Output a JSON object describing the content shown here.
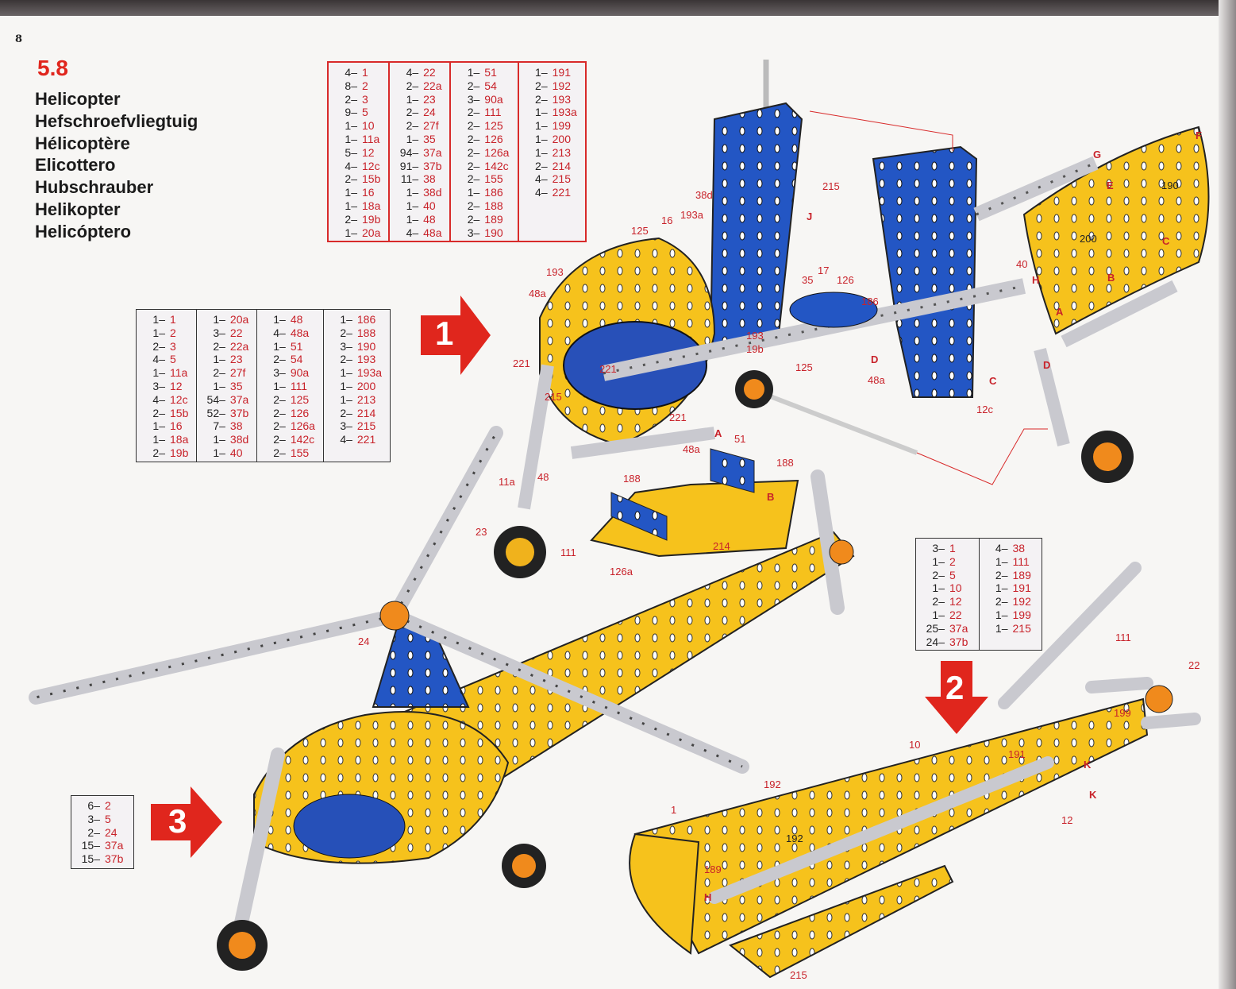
{
  "page_number": "8",
  "section": "5.8",
  "names": [
    "Helicopter",
    "Hefschroefvliegtuig",
    "Hélicoptère",
    "Elicottero",
    "Hubschrauber",
    "Helikopter",
    "Helicóptero"
  ],
  "tables": {
    "total": [
      [
        {
          "q": "4–",
          "p": "1"
        },
        {
          "q": "8–",
          "p": "2"
        },
        {
          "q": "2–",
          "p": "3"
        },
        {
          "q": "9–",
          "p": "5"
        },
        {
          "q": "1–",
          "p": "10"
        },
        {
          "q": "1–",
          "p": "11a"
        },
        {
          "q": "5–",
          "p": "12"
        },
        {
          "q": "4–",
          "p": "12c"
        },
        {
          "q": "2–",
          "p": "15b"
        },
        {
          "q": "1–",
          "p": "16"
        },
        {
          "q": "1–",
          "p": "18a"
        },
        {
          "q": "2–",
          "p": "19b"
        },
        {
          "q": "1–",
          "p": "20a"
        }
      ],
      [
        {
          "q": "4–",
          "p": "22"
        },
        {
          "q": "2–",
          "p": "22a"
        },
        {
          "q": "1–",
          "p": "23"
        },
        {
          "q": "2–",
          "p": "24"
        },
        {
          "q": "2–",
          "p": "27f"
        },
        {
          "q": "1–",
          "p": "35"
        },
        {
          "q": "94–",
          "p": "37a"
        },
        {
          "q": "91–",
          "p": "37b"
        },
        {
          "q": "11–",
          "p": "38"
        },
        {
          "q": "1–",
          "p": "38d"
        },
        {
          "q": "1–",
          "p": "40"
        },
        {
          "q": "1–",
          "p": "48"
        },
        {
          "q": "4–",
          "p": "48a"
        }
      ],
      [
        {
          "q": "1–",
          "p": "51"
        },
        {
          "q": "2–",
          "p": "54"
        },
        {
          "q": "3–",
          "p": "90a"
        },
        {
          "q": "2–",
          "p": "111"
        },
        {
          "q": "2–",
          "p": "125"
        },
        {
          "q": "2–",
          "p": "126"
        },
        {
          "q": "2–",
          "p": "126a"
        },
        {
          "q": "2–",
          "p": "142c"
        },
        {
          "q": "2–",
          "p": "155"
        },
        {
          "q": "1–",
          "p": "186"
        },
        {
          "q": "2–",
          "p": "188"
        },
        {
          "q": "2–",
          "p": "189"
        },
        {
          "q": "3–",
          "p": "190"
        }
      ],
      [
        {
          "q": "1–",
          "p": "191"
        },
        {
          "q": "2–",
          "p": "192"
        },
        {
          "q": "2–",
          "p": "193"
        },
        {
          "q": "1–",
          "p": "193a"
        },
        {
          "q": "1–",
          "p": "199"
        },
        {
          "q": "1–",
          "p": "200"
        },
        {
          "q": "1–",
          "p": "213"
        },
        {
          "q": "2–",
          "p": "214"
        },
        {
          "q": "4–",
          "p": "215"
        },
        {
          "q": "4–",
          "p": "221"
        }
      ]
    ],
    "step1": [
      [
        {
          "q": "1–",
          "p": "1"
        },
        {
          "q": "1–",
          "p": "2"
        },
        {
          "q": "2–",
          "p": "3"
        },
        {
          "q": "4–",
          "p": "5"
        },
        {
          "q": "1–",
          "p": "11a"
        },
        {
          "q": "3–",
          "p": "12"
        },
        {
          "q": "4–",
          "p": "12c"
        },
        {
          "q": "2–",
          "p": "15b"
        },
        {
          "q": "1–",
          "p": "16"
        },
        {
          "q": "1–",
          "p": "18a"
        },
        {
          "q": "2–",
          "p": "19b"
        }
      ],
      [
        {
          "q": "1–",
          "p": "20a"
        },
        {
          "q": "3–",
          "p": "22"
        },
        {
          "q": "2–",
          "p": "22a"
        },
        {
          "q": "1–",
          "p": "23"
        },
        {
          "q": "2–",
          "p": "27f"
        },
        {
          "q": "1–",
          "p": "35"
        },
        {
          "q": "54–",
          "p": "37a"
        },
        {
          "q": "52–",
          "p": "37b"
        },
        {
          "q": "7–",
          "p": "38"
        },
        {
          "q": "1–",
          "p": "38d"
        },
        {
          "q": "1–",
          "p": "40"
        }
      ],
      [
        {
          "q": "1–",
          "p": "48"
        },
        {
          "q": "4–",
          "p": "48a"
        },
        {
          "q": "1–",
          "p": "51"
        },
        {
          "q": "2–",
          "p": "54"
        },
        {
          "q": "3–",
          "p": "90a"
        },
        {
          "q": "1–",
          "p": "111"
        },
        {
          "q": "2–",
          "p": "125"
        },
        {
          "q": "2–",
          "p": "126"
        },
        {
          "q": "2–",
          "p": "126a"
        },
        {
          "q": "2–",
          "p": "142c"
        },
        {
          "q": "2–",
          "p": "155"
        }
      ],
      [
        {
          "q": "1–",
          "p": "186"
        },
        {
          "q": "2–",
          "p": "188"
        },
        {
          "q": "3–",
          "p": "190"
        },
        {
          "q": "2–",
          "p": "193"
        },
        {
          "q": "1–",
          "p": "193a"
        },
        {
          "q": "1–",
          "p": "200"
        },
        {
          "q": "1–",
          "p": "213"
        },
        {
          "q": "2–",
          "p": "214"
        },
        {
          "q": "3–",
          "p": "215"
        },
        {
          "q": "4–",
          "p": "221"
        }
      ]
    ],
    "step2": [
      [
        {
          "q": "3–",
          "p": "1"
        },
        {
          "q": "1–",
          "p": "2"
        },
        {
          "q": "2–",
          "p": "5"
        },
        {
          "q": "1–",
          "p": "10"
        },
        {
          "q": "2–",
          "p": "12"
        },
        {
          "q": "1–",
          "p": "22"
        },
        {
          "q": "25–",
          "p": "37a"
        },
        {
          "q": "24–",
          "p": "37b"
        }
      ],
      [
        {
          "q": "4–",
          "p": "38"
        },
        {
          "q": "1–",
          "p": "111"
        },
        {
          "q": "2–",
          "p": "189"
        },
        {
          "q": "1–",
          "p": "191"
        },
        {
          "q": "2–",
          "p": "192"
        },
        {
          "q": "1–",
          "p": "199"
        },
        {
          "q": "1–",
          "p": "215"
        }
      ]
    ],
    "step3": [
      [
        {
          "q": "6–",
          "p": "2"
        },
        {
          "q": "3–",
          "p": "5"
        },
        {
          "q": "2–",
          "p": "24"
        },
        {
          "q": "15–",
          "p": "37a"
        },
        {
          "q": "15–",
          "p": "37b"
        }
      ]
    ]
  },
  "steps": [
    "1",
    "2",
    "3"
  ],
  "callouts": [
    "193",
    "48a",
    "221",
    "221",
    "215",
    "221",
    "125",
    "16",
    "38d",
    "193a",
    "215",
    "J",
    "17",
    "35",
    "126",
    "186",
    "G",
    "F",
    "E",
    "190",
    "200",
    "C",
    "B",
    "A",
    "H",
    "40",
    "D",
    "D",
    "C",
    "12c",
    "193",
    "19b",
    "48a",
    "125",
    "11a",
    "48",
    "23",
    "111",
    "A",
    "51",
    "48a",
    "188",
    "188",
    "B",
    "214",
    "126a",
    "24",
    "111",
    "22",
    "199",
    "191",
    "10",
    "192",
    "192",
    "189",
    "H",
    "K",
    "K",
    "12",
    "215",
    "1"
  ],
  "colors": {
    "accent": "#e0261d",
    "yellow": "#f6c21c",
    "blue": "#2356c4",
    "steel": "#c9c9cf"
  }
}
